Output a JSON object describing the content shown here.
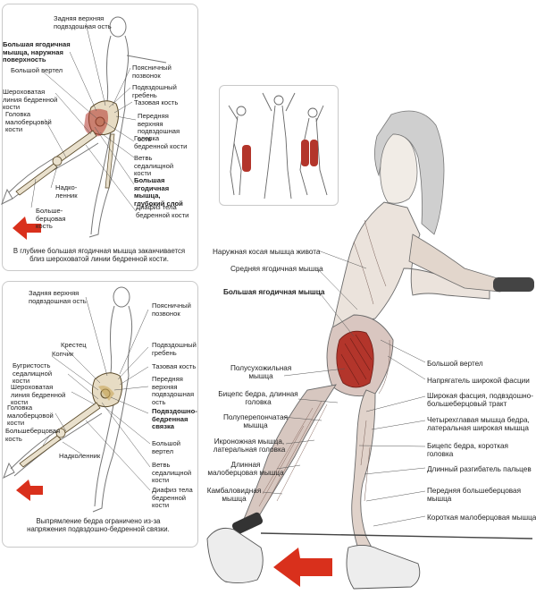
{
  "panel_top": {
    "labels": {
      "posterior_upper_iliac_spine": "Задняя верхняя подвздошная ость",
      "gluteus_max_surface": "Большая ягодичная мышца, наружная поверхность",
      "greater_trochanter": "Большой вертел",
      "rough_line": "Шероховатая линия бедренной кости",
      "fibula_head": "Головка малоберцовой кости",
      "patella": "Надко-ленник",
      "tibia": "Больше-берцовая кость",
      "lumbar_vertebra": "Поясничный позвонок",
      "iliac_crest": "Подвздошный гребень",
      "pelvic_bone": "Тазовая кость",
      "anterior_upper_iliac_spine": "Передняя верхняя подвздошная ость",
      "femur_head": "Головка бедренной кости",
      "ischium_branch": "Ветвь седалищной кости",
      "gluteus_max_deep": "Большая ягодичная мышца, глубокий слой",
      "femur_shaft": "Диафиз тела бедренной кости"
    },
    "caption": "В глубине большая ягодичная мышца заканчивается близ шероховатой линии бедренной кости."
  },
  "panel_mid": {
    "labels": {
      "posterior_upper_iliac_spine": "Задняя верхняя подвздошная ость",
      "sacrum": "Крестец",
      "coccyx": "Копчик",
      "ischial_tuberosity": "Бугристость седалищной кости",
      "rough_line": "Шероховатая линия бедренной кости",
      "fibula_head": "Головка малоберцовой кости",
      "tibia": "Большеберцовая кость",
      "patella": "Надколенник",
      "lumbar_vertebra": "Поясничный позвонок",
      "iliac_crest": "Подвздошный гребень",
      "pelvic_bone": "Тазовая кость",
      "anterior_upper_iliac_spine": "Передняя верхняя подвздошная ость",
      "iliofemoral_ligament": "Подвздошно-бедренная связка",
      "greater_trochanter": "Большой вертел",
      "ischium_branch": "Ветвь седалищной кости",
      "femur_shaft": "Диафиз тела бедренной кости"
    },
    "caption": "Выпрямление бедра ограничено из-за напряжения подвздошно-бедренной связки."
  },
  "main_figure": {
    "left_labels": {
      "external_oblique": "Наружная косая мышца живота",
      "gluteus_medius": "Средняя ягодичная мышца",
      "gluteus_maximus": "Большая ягодичная мышца",
      "semitendinosus": "Полусухожильная мышца",
      "biceps_long": "Бицепс бедра, длинная головка",
      "semimembranosus": "Полуперепончатая мышца",
      "gastrocnemius_lateral": "Икроножная мышца, латеральная головка",
      "peroneus_longus": "Длинная малоберцовая мышца",
      "soleus": "Камбаловидная мышца"
    },
    "right_labels": {
      "greater_trochanter": "Большой вертел",
      "tensor_fasciae_latae": "Напрягатель широкой фасции",
      "iliotibial_tract": "Широкая фасция, подвздошно-большеберцовый тракт",
      "quadriceps": "Четырехглавая мышца бедра, латеральная широкая мышца",
      "biceps_short": "Бицепс бедра, короткая головка",
      "extensor_digitorum": "Длинный разгибатель пальцев",
      "tibialis_anterior": "Передняя большеберцовая мышца",
      "peroneus_brevis": "Короткая малоберцовая мышца"
    }
  },
  "colors": {
    "muscle_red": "#b3352b",
    "arrow_red": "#d9301c",
    "line": "#555555"
  }
}
